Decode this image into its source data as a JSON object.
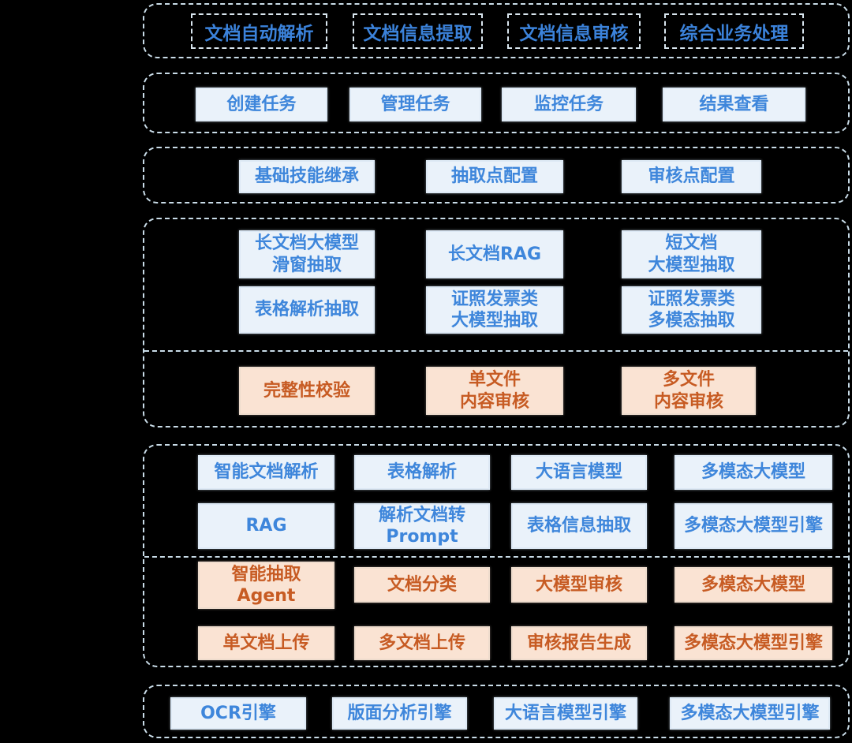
{
  "colors": {
    "background": "#000000",
    "container_border": "#c9dce8",
    "blue_text": "#3e86db",
    "blue_fill": "#eaf2fa",
    "orange_text": "#c75b23",
    "orange_fill": "#fae3d3"
  },
  "section1": {
    "items": [
      "文档自动解析",
      "文档信息提取",
      "文档信息审核",
      "综合业务处理"
    ]
  },
  "section2": {
    "items": [
      "创建任务",
      "管理任务",
      "监控任务",
      "结果查看"
    ]
  },
  "section3": {
    "items": [
      "基础技能继承",
      "抽取点配置",
      "审核点配置"
    ]
  },
  "section4": {
    "row1": [
      "长文档大模型\n滑窗抽取",
      "长文档RAG",
      "短文档\n大模型抽取"
    ],
    "row2": [
      "表格解析抽取",
      "证照发票类\n大模型抽取",
      "证照发票类\n多模态抽取"
    ],
    "row3": [
      "完整性校验",
      "单文件\n内容审核",
      "多文件\n内容审核"
    ]
  },
  "section5": {
    "row1": [
      "智能文档解析",
      "表格解析",
      "大语言模型",
      "多模态大模型"
    ],
    "row2": [
      "RAG",
      "解析文档转\nPrompt",
      "表格信息抽取",
      "多模态大模型引擎"
    ],
    "row3": [
      "智能抽取\nAgent",
      "文档分类",
      "大模型审核",
      "多模态大模型"
    ],
    "row4": [
      "单文档上传",
      "多文档上传",
      "审核报告生成",
      "多模态大模型引擎"
    ]
  },
  "section6": {
    "items": [
      "OCR引擎",
      "版面分析引擎",
      "大语言模型引擎",
      "多模态大模型引擎"
    ]
  }
}
